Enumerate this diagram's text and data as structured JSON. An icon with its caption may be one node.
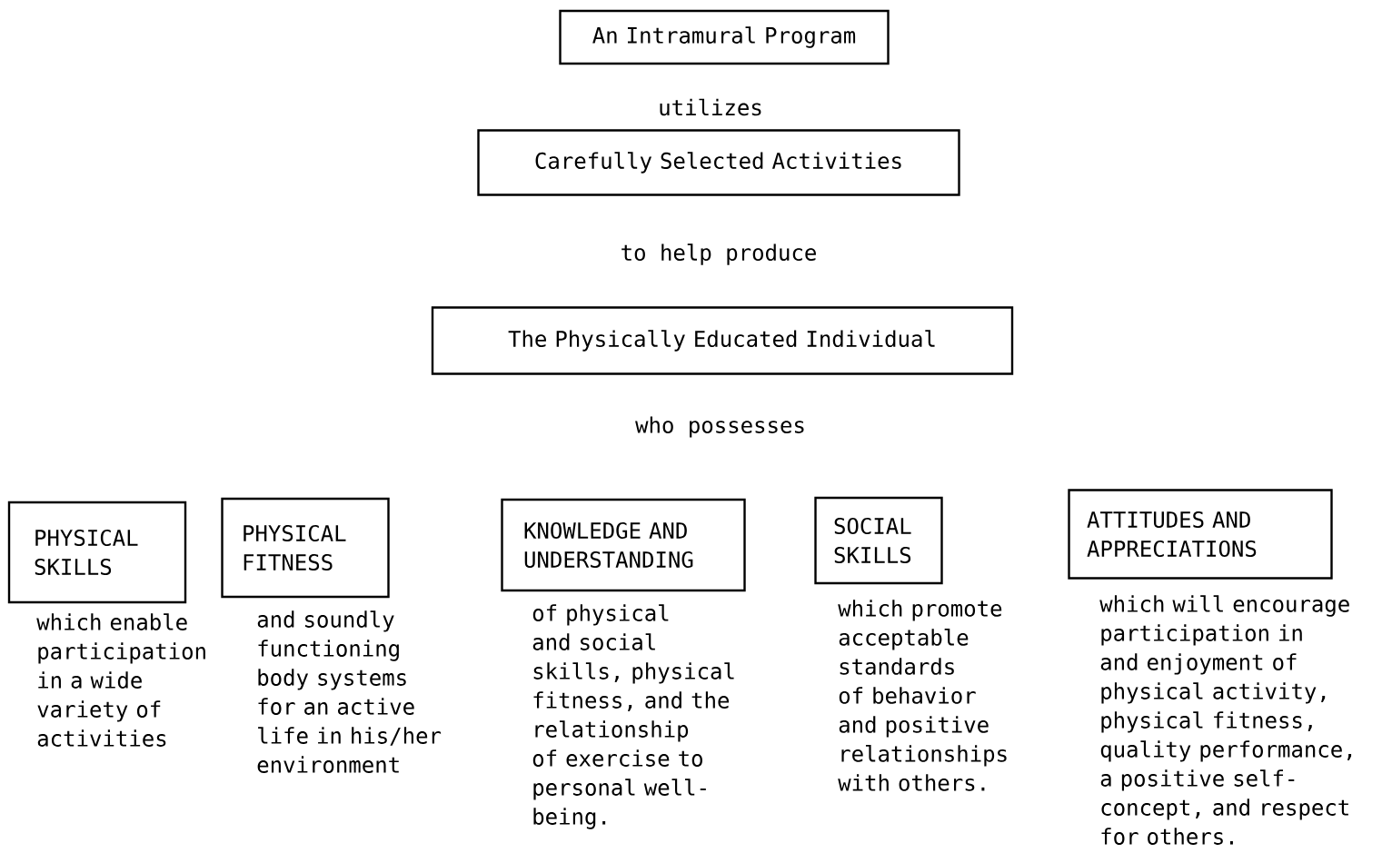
{
  "diagram": {
    "nodes": [
      {
        "text": [
          "An Intramural Program"
        ]
      },
      {
        "text": [
          "Carefully Selected Activities"
        ]
      },
      {
        "text": [
          "The Physically Educated Individual"
        ]
      },
      {
        "text": [
          "PHYSICAL SKILLS"
        ],
        "beside": [
          "which enable participation in a wide variety of activities"
        ]
      },
      {
        "text": [
          "PHYSICAL FITNESS"
        ],
        "beside": [
          "and soundly functioning body systems for an active life in his/her environment"
        ]
      },
      {
        "text": [
          "KNOWLEDGE AND UNDERSTANDING"
        ],
        "beside": [
          "of physical and social skills, physical fitness, and the relationship of exercise to personal well-being."
        ]
      },
      {
        "text": [
          "SOCIAL SKILLS"
        ],
        "beside": [
          "which promote acceptable standards of behavior and positive relationships with others."
        ]
      },
      {
        "text": [
          "ATTITUDES AND APPRECIATIONS"
        ],
        "beside": [
          "which will encourage participation in and enjoyment of physical activity, physical fitness, quality performance, a positive self-concept, and respect for others."
        ]
      }
    ],
    "labels": [
      "utilizes",
      "to help produce",
      "who possesses"
    ]
  }
}
